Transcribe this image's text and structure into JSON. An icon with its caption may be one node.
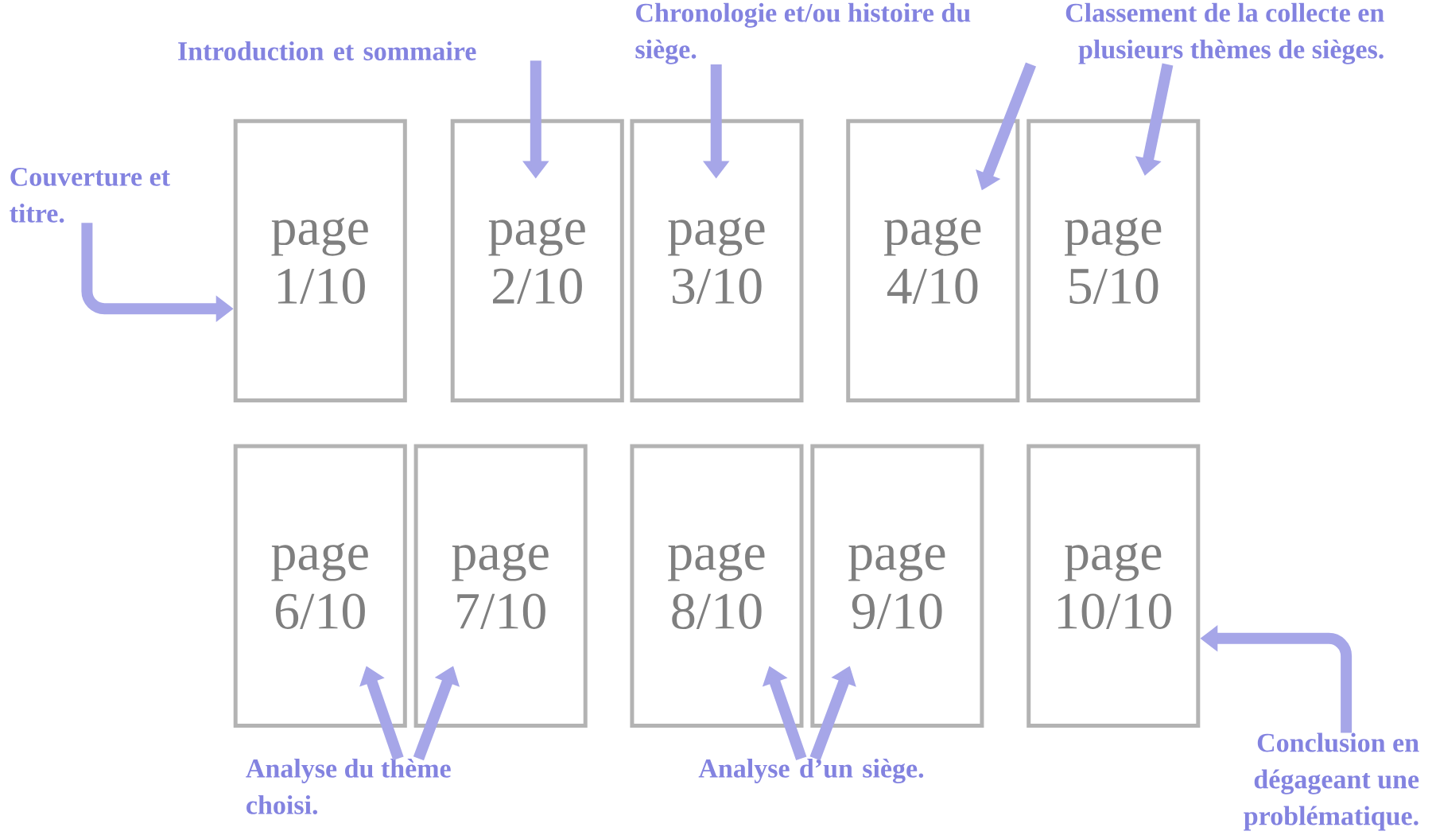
{
  "diagram": {
    "nodes": [
      {
        "text": [
          "Introduction et sommaire"
        ]
      },
      {
        "text": [
          "Chronologie et/ou histoire du siège."
        ]
      },
      {
        "text": [
          "Classement de la collecte en plusieurs thèmes de sièges."
        ]
      },
      {
        "text": [
          "Couverture et titre."
        ]
      },
      {
        "text": [
          "page 1/10"
        ]
      },
      {
        "text": [
          "page 2/10"
        ]
      },
      {
        "text": [
          "page 3/10"
        ]
      },
      {
        "text": [
          "page 4/10"
        ]
      },
      {
        "text": [
          "page 5/10"
        ]
      },
      {
        "text": [
          "page 6/10"
        ]
      },
      {
        "text": [
          "page 7/10"
        ]
      },
      {
        "text": [
          "page 8/10"
        ]
      },
      {
        "text": [
          "page 9/10"
        ]
      },
      {
        "text": [
          "page 10/10"
        ]
      },
      {
        "text": [
          "Conclusion en dégageant une problématique."
        ]
      },
      {
        "text": [
          "Analyse du thème choisi."
        ]
      },
      {
        "text": [
          "Analyse d’un siège."
        ]
      }
    ],
    "edges": [
      {
        "from": 3,
        "to": 4,
        "arrow": "to"
      },
      {
        "from": 0,
        "to": 5,
        "arrow": "to"
      },
      {
        "from": 1,
        "to": 6,
        "arrow": "to"
      },
      {
        "from": 2,
        "to": 7,
        "arrow": "to"
      },
      {
        "from": 2,
        "to": 8,
        "arrow": "to"
      },
      {
        "from": 15,
        "to": 9,
        "arrow": "to"
      },
      {
        "from": 15,
        "to": 10,
        "arrow": "to"
      },
      {
        "from": 16,
        "to": 11,
        "arrow": "to"
      },
      {
        "from": 16,
        "to": 12,
        "arrow": "to"
      },
      {
        "from": 14,
        "to": 13,
        "arrow": "to"
      }
    ]
  }
}
